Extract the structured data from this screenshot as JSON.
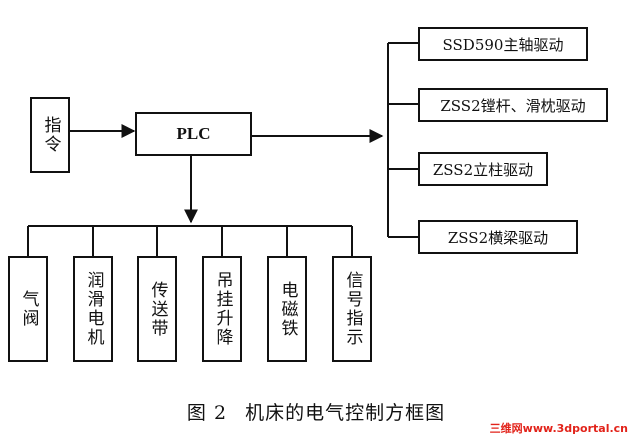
{
  "command_box": {
    "label": "指令"
  },
  "plc_box": {
    "label": "PLC"
  },
  "drives": [
    {
      "label": "SSD590主轴驱动"
    },
    {
      "label": "ZSS2镗杆、滑枕驱动"
    },
    {
      "label": "ZSS2立柱驱动"
    },
    {
      "label": "ZSS2横梁驱动"
    }
  ],
  "actuators": [
    {
      "label": "气阀"
    },
    {
      "label": "润滑电机"
    },
    {
      "label": "传送带"
    },
    {
      "label": "吊挂升降"
    },
    {
      "label": "电磁铁"
    },
    {
      "label": "信号指示"
    }
  ],
  "caption": {
    "number": "图 2",
    "title": "机床的电气控制方框图"
  },
  "watermark": "三维网www.3dportal.cn"
}
